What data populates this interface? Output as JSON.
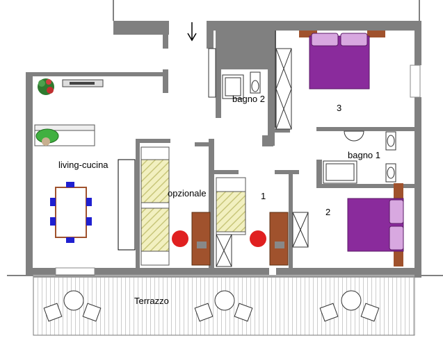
{
  "rooms": {
    "living": "living-cucina",
    "optional": "opzionale",
    "bath2": "bagno 2",
    "bath1": "bagno 1",
    "room3": "3",
    "room2": "2",
    "room1": "1",
    "terrace": "Terrazzo"
  },
  "symbols": {
    "north_arrow": "arrow-down-icon",
    "double_bed": "double-bed-icon",
    "single_bed": "single-bed-icon",
    "desk_chair": "desk-chair-icon",
    "table": "dining-table-icon",
    "plant": "plant-icon",
    "sofa": "sofa-icon",
    "wardrobe": "wardrobe-icon"
  },
  "colors": {
    "wall": "#808080",
    "bed": "#8a2b9c",
    "bed_light": "#b050c0",
    "hatch": "#e8e6a0",
    "wood": "#a0522d",
    "chair": "#e02020",
    "table_chair": "#2020d0",
    "table": "#a0522d",
    "sofa": "#40b040",
    "terrace": "#dddddd"
  }
}
